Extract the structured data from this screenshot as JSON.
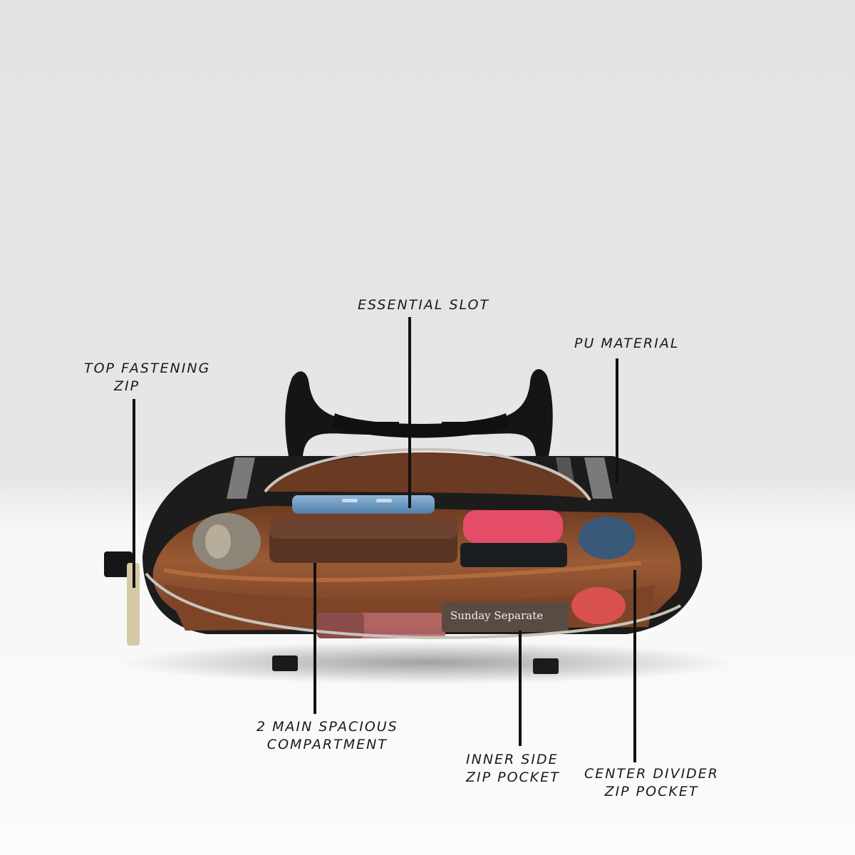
{
  "scene": {
    "background_color": "#e4e4e4",
    "floor_color": "#f8f8f8",
    "bag_color": "#1c1c1c",
    "lining_color": "#8a4e2e",
    "zipper_color": "#c8c4bc"
  },
  "callouts": {
    "top_fastening_zip": {
      "line1": "TOP FASTENING",
      "line2": "ZIP"
    },
    "essential_slot": {
      "line1": "ESSENTIAL SLOT"
    },
    "pu_material": {
      "line1": "PU MATERIAL"
    },
    "main_compartment": {
      "line1": "2 MAIN SPACIOUS",
      "line2": "COMPARTMENT"
    },
    "inner_side_pocket": {
      "line1": "INNER SIDE",
      "line2": "ZIP POCKET"
    },
    "center_divider_pocket": {
      "line1": "CENTER DIVIDER",
      "line2": "ZIP POCKET"
    }
  },
  "product_label": "Sunday Separate"
}
